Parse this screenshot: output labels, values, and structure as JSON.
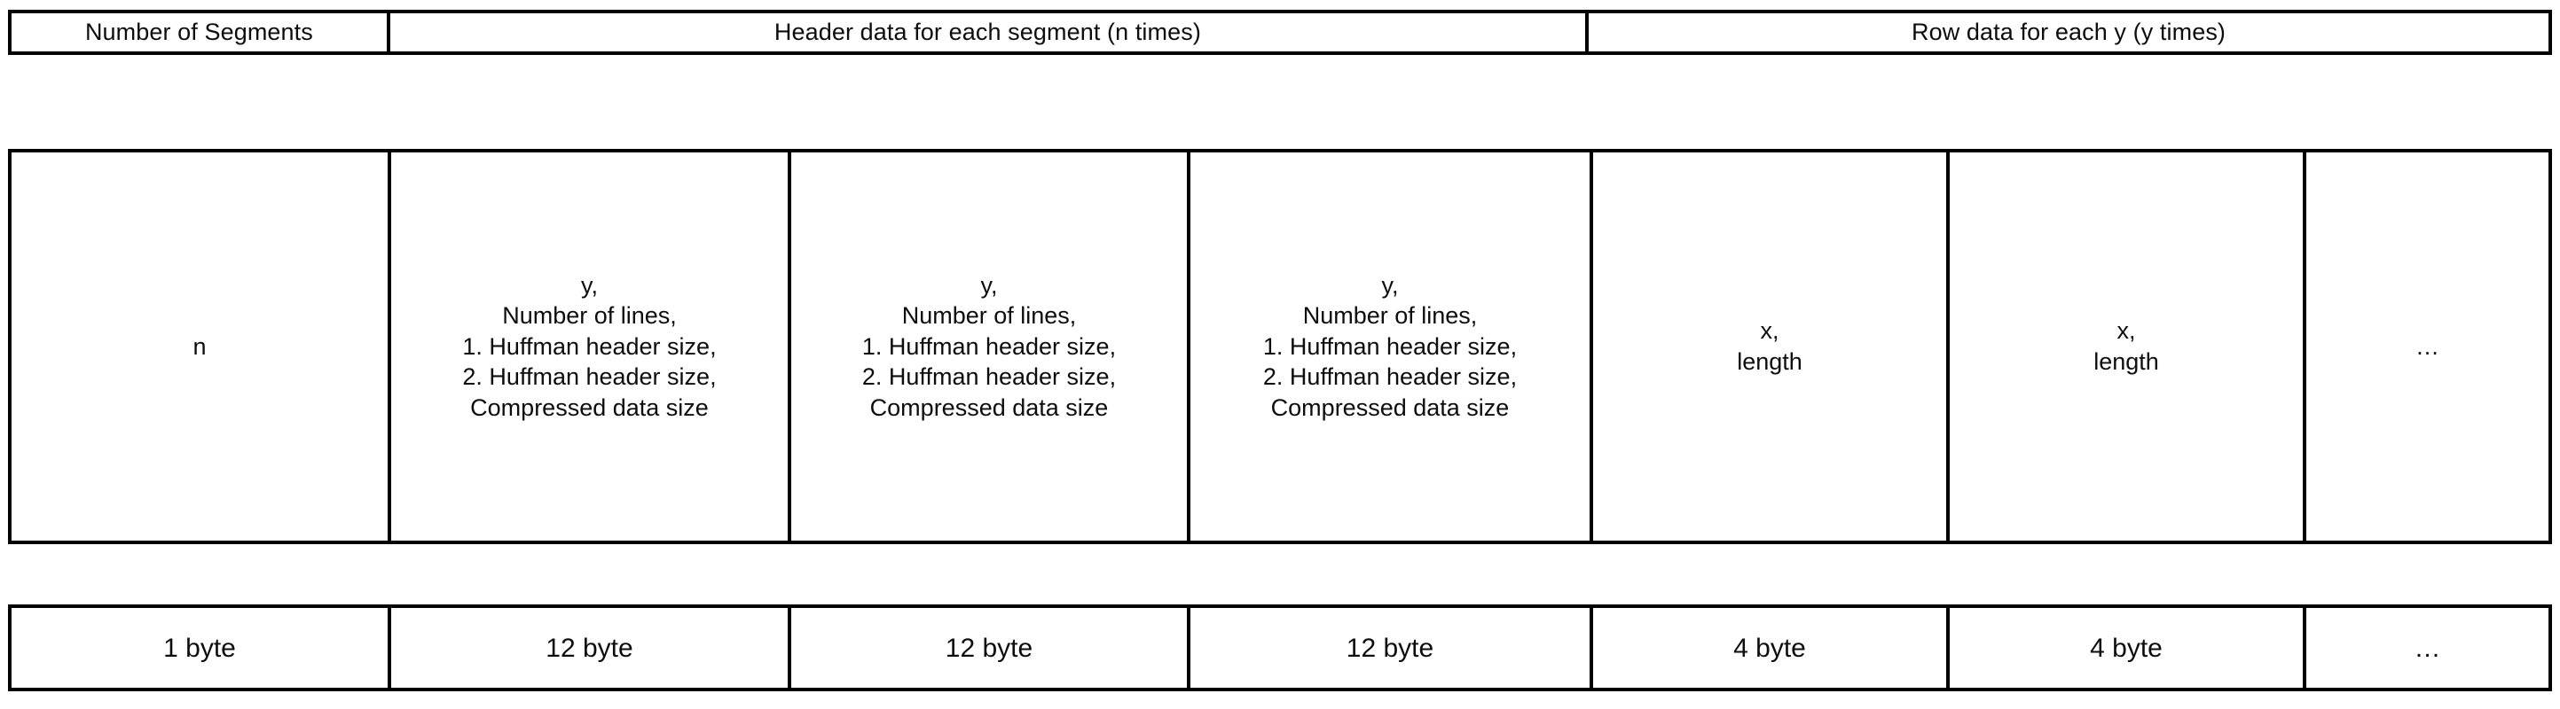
{
  "diagram": {
    "title_row": {
      "cells": [
        {
          "label": "Number of Segments"
        },
        {
          "label": "Header data for each segment (n times)"
        },
        {
          "label": "Row data for each y (y times)"
        }
      ]
    },
    "field_row": {
      "cells": [
        {
          "lines": [
            "n"
          ]
        },
        {
          "lines": [
            "y,",
            "Number of lines,",
            "1. Huffman header size,",
            "2. Huffman header size,",
            "Compressed data size"
          ]
        },
        {
          "lines": [
            "y,",
            "Number of lines,",
            "1. Huffman header size,",
            "2. Huffman header size,",
            "Compressed data size"
          ]
        },
        {
          "lines": [
            "y,",
            "Number of lines,",
            "1. Huffman header size,",
            "2. Huffman header size,",
            "Compressed data size"
          ]
        },
        {
          "lines": [
            "x,",
            "length"
          ]
        },
        {
          "lines": [
            "x,",
            "length"
          ]
        },
        {
          "lines": [
            "…"
          ]
        }
      ]
    },
    "size_row": {
      "cells": [
        {
          "label": "1 byte"
        },
        {
          "label": "12 byte"
        },
        {
          "label": "12 byte"
        },
        {
          "label": "12 byte"
        },
        {
          "label": "4 byte"
        },
        {
          "label": "4 byte"
        },
        {
          "label": "…"
        }
      ]
    },
    "colors": {
      "border": "#000000",
      "text": "#0d0d0d",
      "background": "#ffffff"
    }
  }
}
